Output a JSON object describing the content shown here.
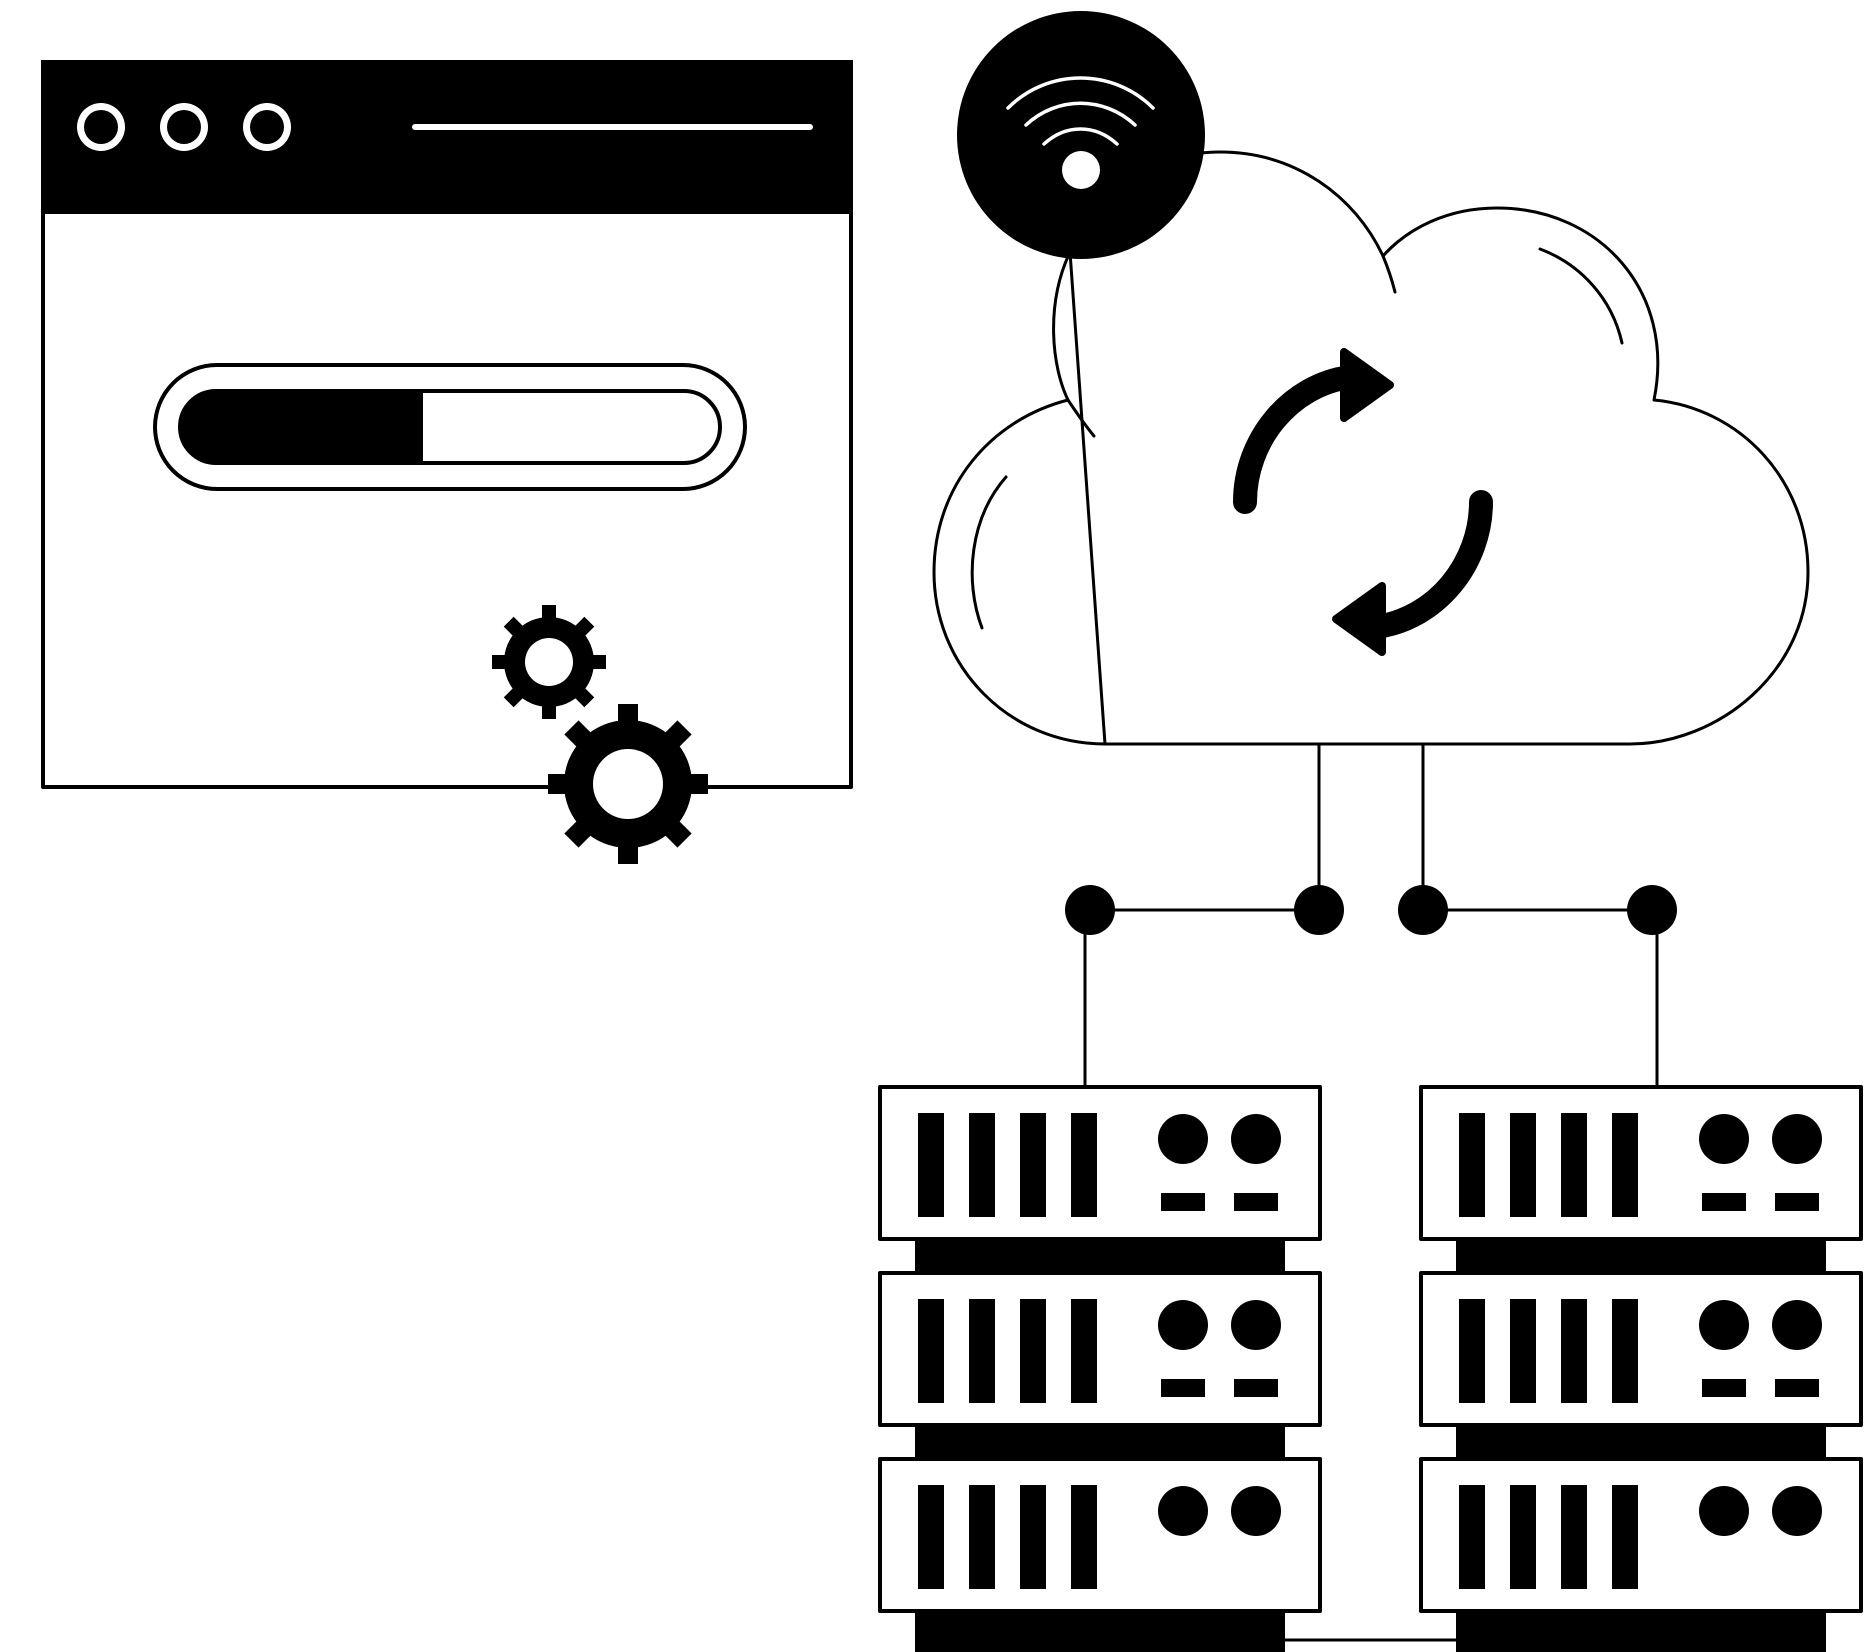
{
  "illustration": {
    "colors": {
      "stroke": "#000000",
      "background": "#ffffff"
    },
    "browser_window": {
      "dots": 3,
      "progress": 0.45
    },
    "icons": [
      "browser-window-icon",
      "progress-bar-icon",
      "gear-icon",
      "cloud-icon",
      "wifi-icon",
      "sync-arrows-icon",
      "server-rack-icon"
    ],
    "server_racks": 2,
    "units_per_rack": 3
  }
}
